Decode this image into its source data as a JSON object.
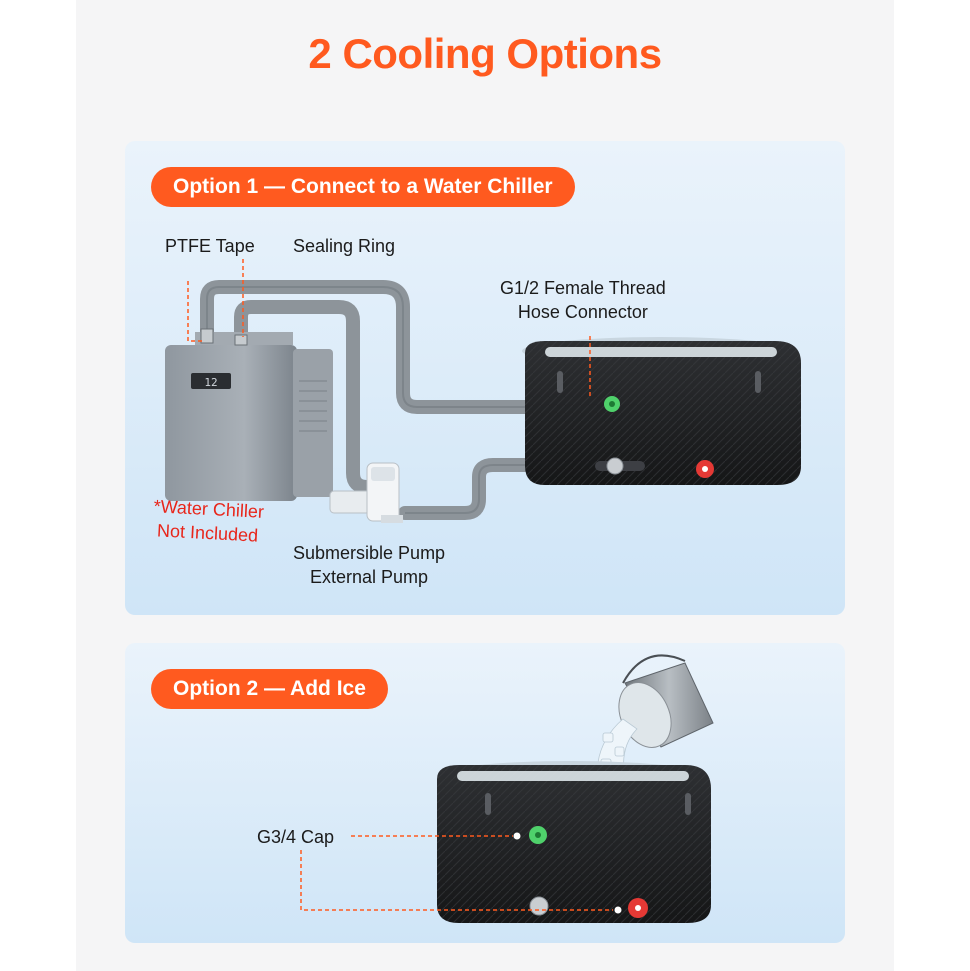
{
  "title": "2 Cooling Options",
  "option1": {
    "heading": "Option 1 — Connect to a Water Chiller",
    "labels": {
      "ptfe_tape": "PTFE Tape",
      "sealing_ring": "Sealing Ring",
      "connector_line1": "G1/2 Female Thread",
      "connector_line2": "Hose Connector",
      "chiller_note_line1": "*Water Chiller",
      "chiller_note_line2": "Not Included",
      "pump_line1": "Submersible Pump",
      "pump_line2": "External Pump"
    },
    "chiller_display": "12"
  },
  "option2": {
    "heading": "Option 2 — Add Ice",
    "labels": {
      "cap": "G3/4 Cap"
    }
  },
  "colors": {
    "accent": "#ff5a1f",
    "note_red": "#e8261b",
    "valve_green": "#4fd16b",
    "valve_red": "#e53935",
    "panel_top": "#eaf3fb",
    "panel_bottom": "#cfe5f7"
  }
}
